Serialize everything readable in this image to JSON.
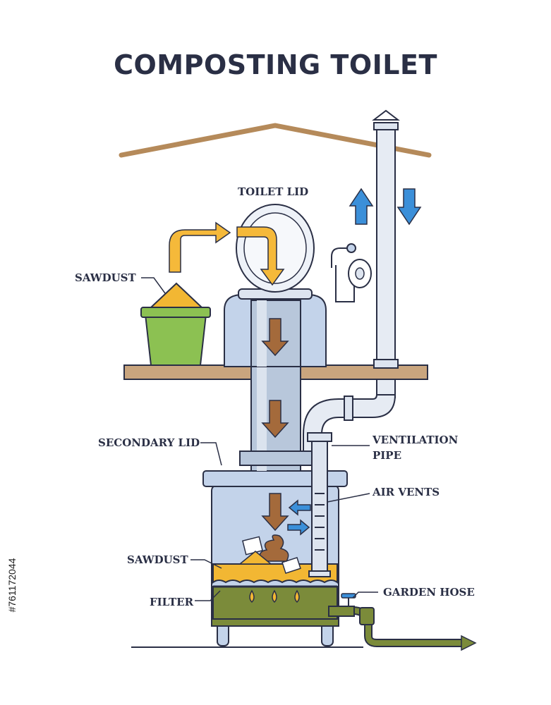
{
  "title": "COMPOSTING TOILET",
  "labels": {
    "toilet_lid": "TOILET LID",
    "sawdust_top": "SAWDUST",
    "secondary_lid": "SECONDARY LID",
    "ventilation_pipe_1": "VENTILATION",
    "ventilation_pipe_2": "PIPE",
    "air_vents": "AIR VENTS",
    "sawdust_bottom": "SAWDUST",
    "filter": "FILTER",
    "garden_hose": "GARDEN HOSE"
  },
  "stock_id": "#761172044",
  "colors": {
    "outline": "#2a2f45",
    "roof": "#b58a5a",
    "shelf": "#c9a57e",
    "container": "#c3d3ea",
    "pipe": "#dde4ef",
    "sawdust": "#f2b733",
    "bucket": "#8cc152",
    "liquid": "#7b8b3a",
    "arrow_orange": "#f5b93a",
    "arrow_blue": "#3b8fd9",
    "arrow_brown": "#a46a3b"
  }
}
